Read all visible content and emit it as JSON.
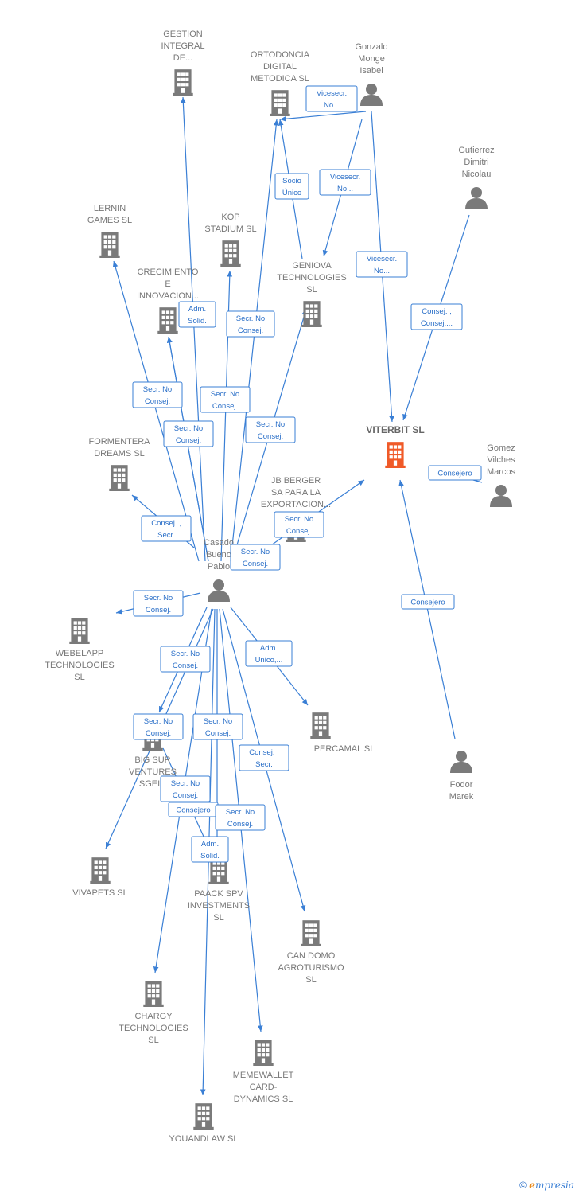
{
  "colors": {
    "edge": "#3a7fd5",
    "company": "#7a7a7a",
    "main_company": "#f05a28",
    "person": "#7a7a7a"
  },
  "nodes": [
    {
      "id": "gestion",
      "type": "company",
      "label": [
        "GESTION",
        "INTEGRAL",
        "DE..."
      ]
    },
    {
      "id": "ortodoncia",
      "type": "company",
      "label": [
        "ORTODONCIA",
        "DIGITAL",
        "METODICA  SL"
      ]
    },
    {
      "id": "gonzalo",
      "type": "person",
      "label": [
        "Gonzalo",
        "Monge",
        "Isabel"
      ]
    },
    {
      "id": "gutierrez",
      "type": "person",
      "label": [
        "Gutierrez",
        "Dimitri",
        "Nicolau"
      ]
    },
    {
      "id": "lernin",
      "type": "company",
      "label": [
        "LERNIN",
        "GAMES  SL"
      ]
    },
    {
      "id": "kop",
      "type": "company",
      "label": [
        "KOP",
        "STADIUM  SL"
      ]
    },
    {
      "id": "geniova",
      "type": "company",
      "label": [
        "GENIOVA",
        "TECHNOLOGIES",
        "SL"
      ]
    },
    {
      "id": "crecimiento",
      "type": "company",
      "label": [
        "CRECIMIENTO",
        "E",
        "INNOVACION..."
      ]
    },
    {
      "id": "viterbit",
      "type": "main",
      "label": [
        "VITERBIT  SL"
      ]
    },
    {
      "id": "gomez",
      "type": "person",
      "label": [
        "Gomez",
        "Vilches",
        "Marcos"
      ]
    },
    {
      "id": "formentera",
      "type": "company",
      "label": [
        "FORMENTERA",
        "DREAMS  SL"
      ]
    },
    {
      "id": "jbberger",
      "type": "company",
      "label": [
        "JB BERGER",
        "SA PARA LA",
        "EXPORTACION..."
      ]
    },
    {
      "id": "casado",
      "type": "person",
      "label": [
        "Casado",
        "Bueno",
        "Pablo"
      ]
    },
    {
      "id": "webelapp",
      "type": "company",
      "label": [
        "WEBELAPP",
        "TECHNOLOGIES",
        "SL"
      ]
    },
    {
      "id": "percamal",
      "type": "company",
      "label": [
        "PERCAMAL  SL"
      ]
    },
    {
      "id": "fodor",
      "type": "person",
      "label": [
        "Fodor",
        "Marek"
      ]
    },
    {
      "id": "bigsur",
      "type": "company",
      "label": [
        "BIG SUR",
        "VENTURES",
        "SGEIC"
      ]
    },
    {
      "id": "vivapets",
      "type": "company",
      "label": [
        "VIVAPETS  SL"
      ]
    },
    {
      "id": "paack",
      "type": "company",
      "label": [
        "PAACK SPV",
        "INVESTMENTS",
        "SL"
      ]
    },
    {
      "id": "candomo",
      "type": "company",
      "label": [
        "CAN DOMO",
        "AGROTURISMO",
        "SL"
      ]
    },
    {
      "id": "chargy",
      "type": "company",
      "label": [
        "CHARGY",
        "TECHNOLOGIES",
        "SL"
      ]
    },
    {
      "id": "memewallet",
      "type": "company",
      "label": [
        "MEMEWALLET",
        "CARD-",
        "DYNAMICS  SL"
      ]
    },
    {
      "id": "youandlaw",
      "type": "company",
      "label": [
        "YOUANDLAW SL"
      ]
    }
  ],
  "edges": [
    {
      "from": "casado",
      "to": "gestion",
      "label": []
    },
    {
      "from": "casado",
      "to": "ortodoncia",
      "label": [
        "Secr.  No",
        "Consej."
      ]
    },
    {
      "from": "geniova",
      "to": "ortodoncia",
      "label": [
        "Socio",
        "Único"
      ]
    },
    {
      "from": "gonzalo",
      "to": "ortodoncia",
      "label": [
        "Vicesecr.",
        "No..."
      ]
    },
    {
      "from": "gonzalo",
      "to": "geniova",
      "label": [
        "Vicesecr.",
        "No..."
      ]
    },
    {
      "from": "gonzalo",
      "to": "viterbit",
      "label": [
        "Vicesecr.",
        "No..."
      ]
    },
    {
      "from": "gutierrez",
      "to": "viterbit",
      "label": [
        "Consej. ,",
        "Consej...."
      ]
    },
    {
      "from": "casado",
      "to": "lernin",
      "label": [
        "Secr.  No",
        "Consej."
      ]
    },
    {
      "from": "casado",
      "to": "kop",
      "label": [
        "Secr.  No",
        "Consej."
      ]
    },
    {
      "from": "casado",
      "to": "geniova",
      "label": [
        "Secr.  No",
        "Consej."
      ]
    },
    {
      "from": "casado",
      "to": "crecimiento",
      "label": [
        "Secr.  No",
        "Consej."
      ]
    },
    {
      "from": "casado",
      "to": "formentera",
      "label": [
        "Consej. ,",
        "Secr."
      ]
    },
    {
      "from": "casado",
      "to": "viterbit",
      "label": [
        "Secr.  No",
        "Consej."
      ]
    },
    {
      "from": "gomez",
      "to": "viterbit",
      "label": [
        "Consejero"
      ]
    },
    {
      "from": "fodor",
      "to": "viterbit",
      "label": [
        "Consejero"
      ]
    },
    {
      "from": "casado",
      "to": "jbberger",
      "label": [
        "Secr.  No",
        "Consej."
      ]
    },
    {
      "from": "casado",
      "to": "webelapp",
      "label": [
        "Secr.  No",
        "Consej."
      ]
    },
    {
      "from": "casado",
      "to": "percamal",
      "label": [
        "Adm.",
        "Unico,..."
      ]
    },
    {
      "from": "casado",
      "to": "bigsur",
      "label": [
        "Secr.  No",
        "Consej."
      ]
    },
    {
      "from": "casado",
      "to": "vivapets",
      "label": [
        "Secr.  No",
        "Consej."
      ]
    },
    {
      "from": "casado",
      "to": "paack",
      "label": [
        "Secr.  No",
        "Consej."
      ]
    },
    {
      "from": "casado",
      "to": "candomo",
      "label": [
        "Consej. ,",
        "Secr."
      ]
    },
    {
      "from": "casado",
      "to": "chargy",
      "label": [
        "Consejero"
      ]
    },
    {
      "from": "casado",
      "to": "memewallet",
      "label": [
        "Secr.  No",
        "Consej."
      ]
    },
    {
      "from": "casado",
      "to": "youandlaw",
      "label": [
        "Adm.",
        "Solid."
      ]
    },
    {
      "from": "bigsur",
      "to": "paack",
      "label": [
        "Secr.  No",
        "Consej."
      ]
    },
    {
      "from": "casado",
      "to": "crecimiento",
      "label": [
        "Adm.",
        "Solid."
      ]
    }
  ],
  "footer": {
    "copyright": "©",
    "brand_e": "e",
    "brand_rest": "mpresia"
  }
}
